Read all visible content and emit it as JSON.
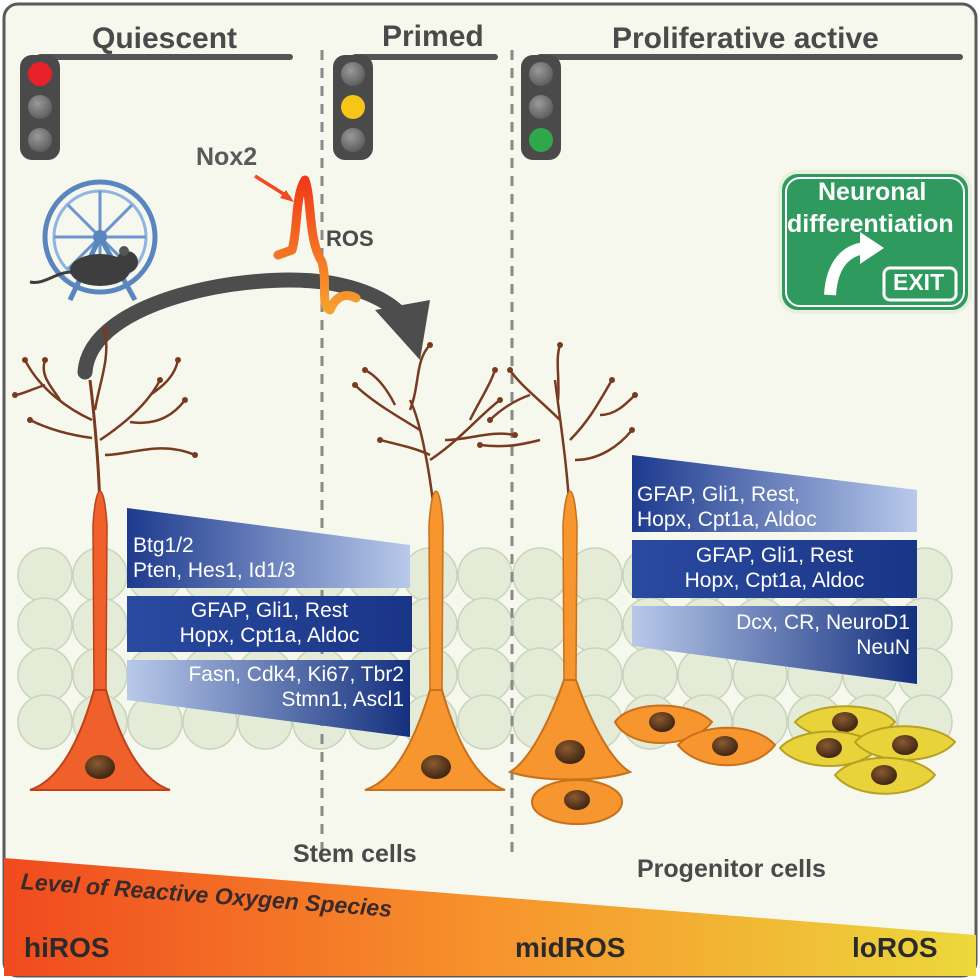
{
  "stages": {
    "quiescent": "Quiescent",
    "primed": "Primed",
    "proliferative": "Proliferative active"
  },
  "labels": {
    "nox2": "Nox2",
    "ros": "ROS",
    "stem_cells": "Stem cells",
    "progenitor_cells": "Progenitor cells"
  },
  "exit_sign": {
    "line1": "Neuronal",
    "line2": "differentiation",
    "exit": "EXIT"
  },
  "left_boxes": [
    {
      "lines": [
        "Btg1/2",
        "Pten, Hes1, Id1/3"
      ]
    },
    {
      "lines": [
        "GFAP, Gli1, Rest",
        "Hopx, Cpt1a, Aldoc"
      ]
    },
    {
      "lines": [
        "Fasn, Cdk4, Ki67, Tbr2",
        "Stmn1, Ascl1"
      ]
    }
  ],
  "right_boxes": [
    {
      "lines": [
        "GFAP, Gli1, Rest,",
        "Hopx, Cpt1a, Aldoc"
      ]
    },
    {
      "lines": [
        "GFAP, Gli1, Rest",
        "Hopx, Cpt1a, Aldoc"
      ]
    },
    {
      "lines": [
        "Dcx, CR, NeuroD1",
        "NeuN"
      ]
    }
  ],
  "ros_bar": {
    "title": "Level of Reactive Oxygen Species",
    "hi": "hiROS",
    "mid": "midROS",
    "lo": "loROS"
  },
  "traffic_lights": {
    "quiescent": "red",
    "primed": "yellow",
    "proliferative": "green"
  },
  "colors": {
    "red_light": "#e8202a",
    "yellow_light": "#f5c518",
    "green_light": "#2ea84a",
    "hi_cell": "#f0602a",
    "mid_cell": "#f7962e",
    "lo_cell": "#e8d43a",
    "box_dark": "#1d3a8e",
    "exit_sign": "#2f9a5e"
  }
}
